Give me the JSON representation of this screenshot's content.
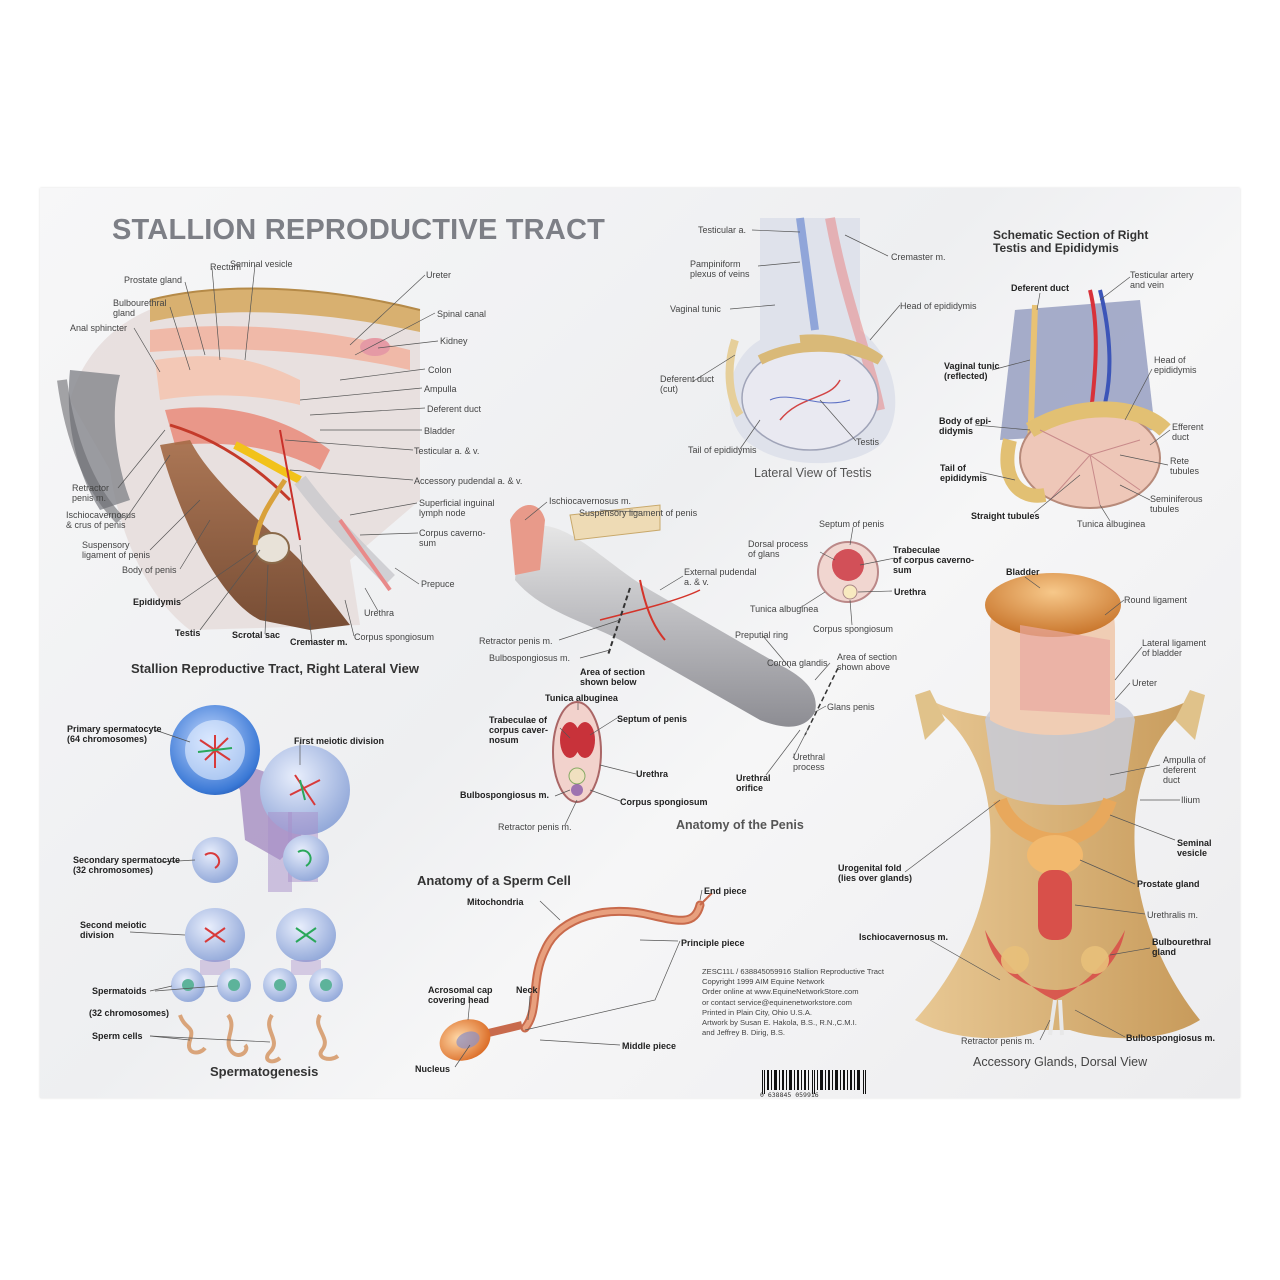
{
  "title": "STALLION REPRODUCTIVE TRACT",
  "lateral_view": {
    "caption": "Stallion Reproductive Tract, Right Lateral View",
    "labels": {
      "rectum": "Rectum",
      "seminal_vesicle": "Seminal vesicle",
      "prostate": "Prostate gland",
      "bulbourethral": "Bulbourethral\ngland",
      "anal_sphincter": "Anal sphincter",
      "ureter": "Ureter",
      "spinal_canal": "Spinal canal",
      "kidney": "Kidney",
      "colon": "Colon",
      "ampulla": "Ampulla",
      "deferent_duct": "Deferent duct",
      "bladder": "Bladder",
      "testicular_av": "Testicular a. & v.",
      "accessory_pudendal": "Accessory pudendal a. & v.",
      "superficial_inguinal": "Superficial inguinal\nlymph node",
      "corpus_cavernosum": "Corpus caverno-\nsum",
      "prepuce": "Prepuce",
      "urethra": "Urethra",
      "corpus_spongiosum": "Corpus spongiosum",
      "cremaster": "Cremaster m.",
      "scrotal_sac": "Scrotal sac",
      "testis": "Testis",
      "epididymis": "Epididymis",
      "body_of_penis": "Body of penis",
      "suspensory": "Suspensory\nligament of penis",
      "ischiocavernosus": "Ischiocavernosus\n& crus of penis",
      "retractor": "Retractor\npenis m."
    }
  },
  "testis_view": {
    "caption": "Lateral View of Testis",
    "labels": {
      "testicular_a": "Testicular a.",
      "cremaster": "Cremaster m.",
      "pampiniform": "Pampiniform\nplexus of veins",
      "vaginal_tunic": "Vaginal tunic",
      "head_epididymis": "Head of epididymis",
      "deferent_duct_cut": "Deferent duct\n(cut)",
      "testis": "Testis",
      "tail_epididymis": "Tail of epididymis"
    }
  },
  "schematic": {
    "title": "Schematic Section of Right\nTestis and Epididymis",
    "labels": {
      "deferent_duct": "Deferent duct",
      "testicular_artery": "Testicular artery\nand vein",
      "vaginal_tunic": "Vaginal tunic\n(reflected)",
      "head_epididymis": "Head of\nepididymis",
      "body_epididymis": "Body of epi-\ndidymis",
      "efferent_duct": "Efferent\nduct",
      "tail_epididymis": "Tail of\nepididymis",
      "rete_tubules": "Rete\ntubules",
      "seminiferous": "Seminiferous\ntubules",
      "straight_tubules": "Straight tubules",
      "tunica_albuginea": "Tunica albuginea"
    }
  },
  "penis_view": {
    "caption": "Anatomy of the Penis",
    "labels": {
      "ischiocavernosus": "Ischiocavernosus m.",
      "suspensory": "Suspensory ligament of penis",
      "external_pudendal": "External pudendal\na. & v.",
      "retractor": "Retractor penis m.",
      "bulbospongiosus": "Bulbospongiosus m.",
      "area_below": "Area of section\nshown below",
      "preputial_ring": "Preputial ring",
      "corona_glandis": "Corona glandis",
      "area_above": "Area of section\nshown above",
      "glans_penis": "Glans penis",
      "urethral_process": "Urethral\nprocess",
      "urethral_orifice": "Urethral\norifice",
      "septum_top": "Septum of penis",
      "dorsal_process": "Dorsal process\nof glans",
      "trabeculae_top": "Trabeculae\nof corpus caverno-\nsum",
      "urethra_top": "Urethra",
      "tunica_top": "Tunica albuginea",
      "corpus_spongiosum_top": "Corpus spongiosum",
      "tunica_bottom": "Tunica albuginea",
      "trabeculae_bottom": "Trabeculae of\ncorpus caver-\nnosum",
      "septum_bottom": "Septum of penis",
      "urethra_bottom": "Urethra",
      "bulbospongiosus_bottom": "Bulbospongiosus m.",
      "corpus_spongiosum_bottom": "Corpus spongiosum",
      "retractor_bottom": "Retractor penis m."
    }
  },
  "spermatogenesis": {
    "caption": "Spermatogenesis",
    "labels": {
      "primary": "Primary spermatocyte\n(64 chromosomes)",
      "first_meiotic": "First meiotic division",
      "secondary": "Secondary spermatocyte\n(32 chromosomes)",
      "second_meiotic": "Second meiotic\ndivision",
      "spermatoids": "Spermatoids",
      "chromosomes_32": "(32 chromosomes)",
      "sperm_cells": "Sperm cells"
    }
  },
  "sperm_cell": {
    "caption": "Anatomy of a Sperm Cell",
    "labels": {
      "mitochondria": "Mitochondria",
      "end_piece": "End piece",
      "principle_piece": "Principle piece",
      "acrosomal": "Acrosomal cap\ncovering head",
      "neck": "Neck",
      "middle_piece": "Middle piece",
      "nucleus": "Nucleus"
    }
  },
  "accessory": {
    "caption": "Accessory Glands, Dorsal View",
    "labels": {
      "bladder": "Bladder",
      "round_ligament": "Round ligament",
      "lateral_ligament": "Lateral ligament\nof bladder",
      "ureter": "Ureter",
      "ampulla": "Ampulla of\ndeferent\nduct",
      "ilium": "Ilium",
      "seminal_vesicle": "Seminal\nvesicle",
      "urogenital_fold": "Urogenital fold\n(lies over glands)",
      "prostate": "Prostate gland",
      "urethralis": "Urethralis m.",
      "ischiocavernosus": "Ischiocavernosus m.",
      "bulbourethral": "Bulbourethral\ngland",
      "retractor": "Retractor penis m.",
      "bulbospongiosus": "Bulbospongiosus m."
    }
  },
  "credits": [
    "ZESC11L / 638845059916 Stallion Reproductive Tract",
    "Copyright 1999 AIM Equine Network",
    "Order online at www.EquineNetworkStore.com",
    "or contact service@equinenetworkstore.com",
    "Printed in Plain City, Ohio   U.S.A.",
    "Artwork by Susan E. Hakola, B.S., R.N.,C.M.I.",
    "and Jeffrey B. Dirig, B.S."
  ],
  "barcode_number": "0 638845 059916"
}
